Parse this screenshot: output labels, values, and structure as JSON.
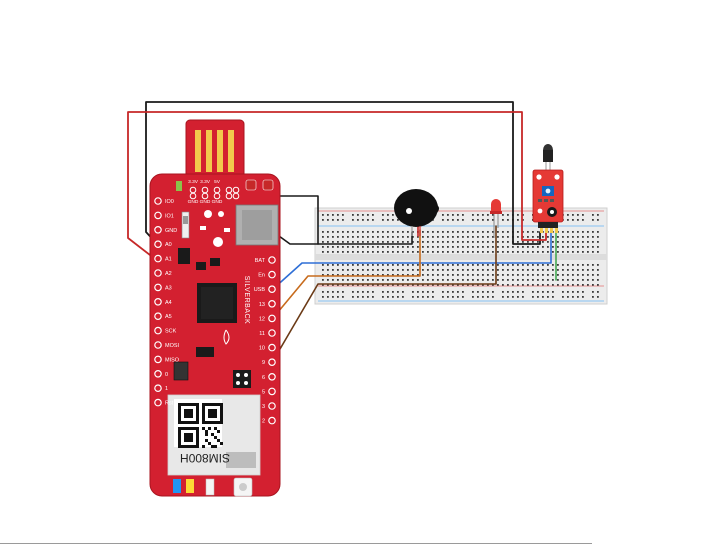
{
  "board": {
    "module_label": "SIM800H",
    "brand_label": "SILVERBACK",
    "left_pins": [
      "IO0",
      "IO1",
      "GND",
      "A0",
      "A1",
      "A2",
      "A3",
      "A4",
      "A5",
      "SCK",
      "MOSI",
      "MISO",
      "0",
      "1",
      "Rst"
    ],
    "right_pins": [
      "BAT",
      "En",
      "USB",
      "13",
      "12",
      "11",
      "10",
      "9",
      "6",
      "5",
      "3",
      "2"
    ],
    "top_pins": [
      "3.3V",
      "3.3V",
      "5V",
      "GND",
      "GND",
      "GND"
    ],
    "colors": {
      "board": "#d32030",
      "board_edge": "#a8141f",
      "usb_gold": "#f2c94c"
    }
  },
  "components": [
    "buzzer",
    "red-led",
    "ir-flame-sensor"
  ],
  "wire_colors": {
    "black": "#1a1a1a",
    "red": "#c62828",
    "blue": "#2f6fd6",
    "orange": "#c76b1c",
    "brown": "#6b3a16",
    "green": "#2e9e3e"
  }
}
